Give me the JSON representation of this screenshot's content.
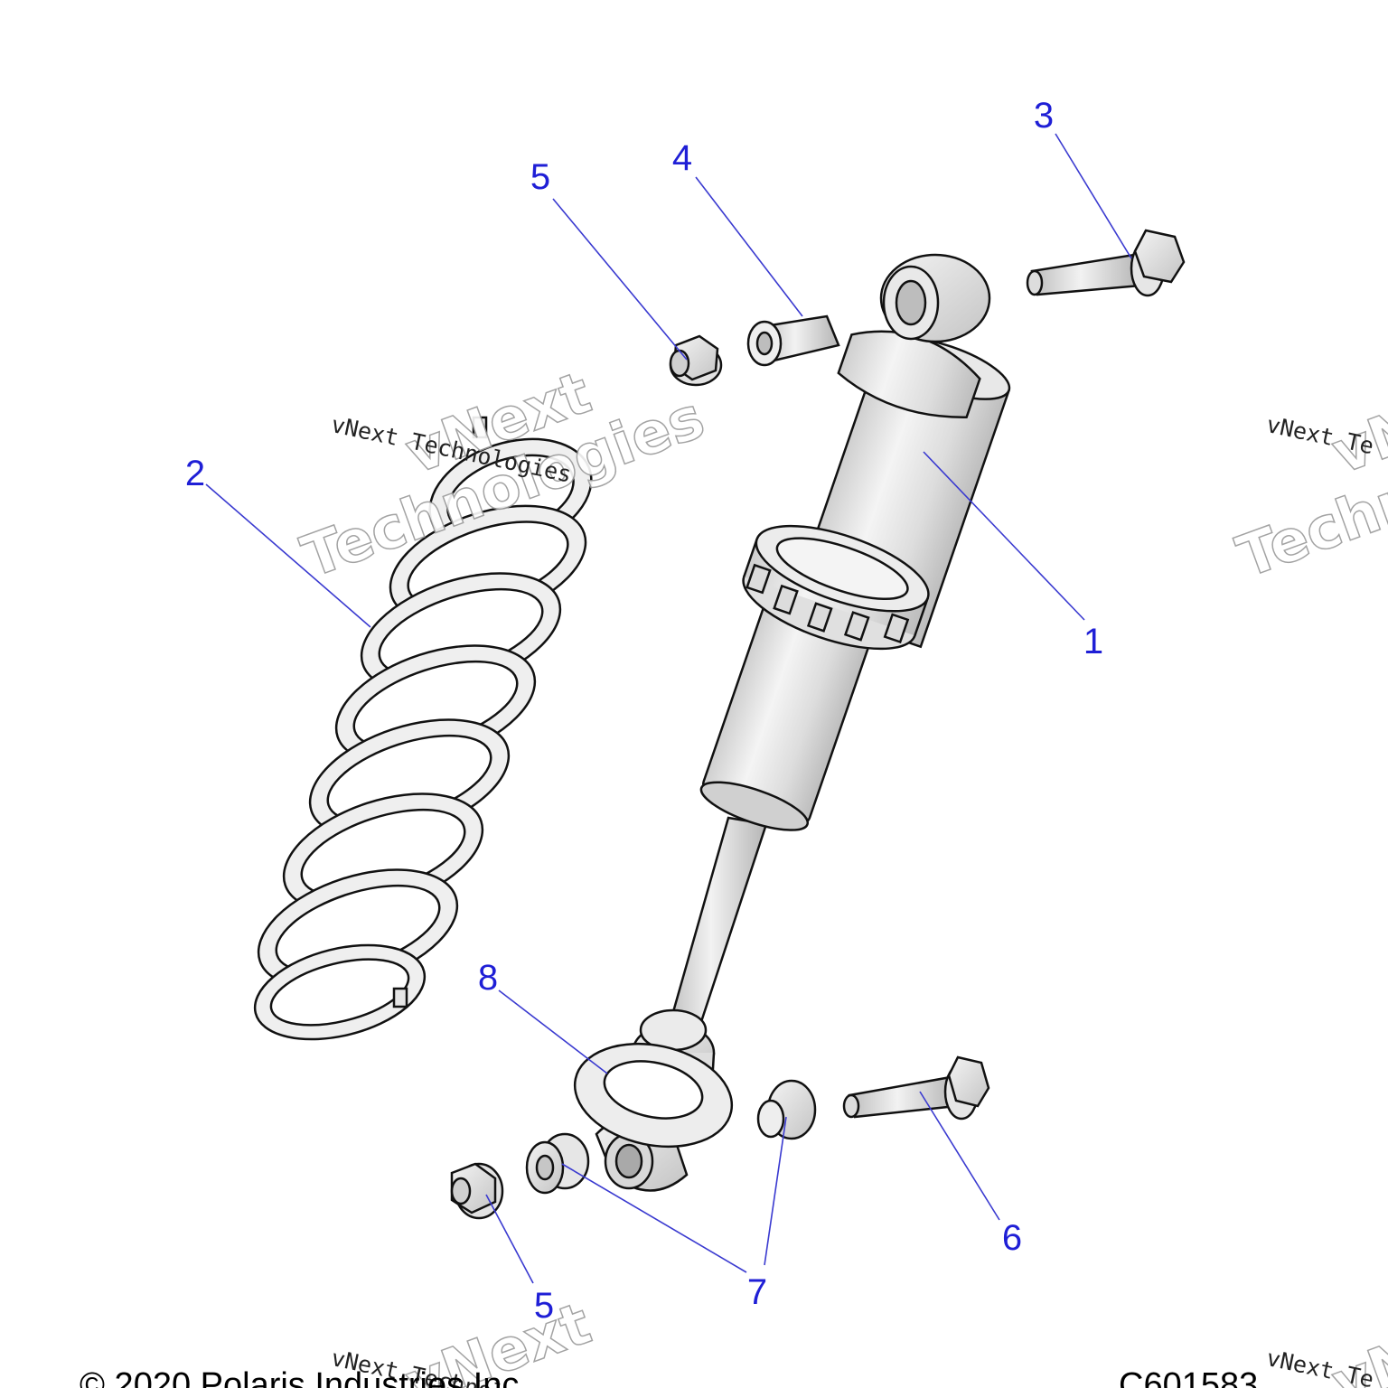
{
  "callouts": [
    {
      "id": "c1",
      "label": "1"
    },
    {
      "id": "c2",
      "label": "2"
    },
    {
      "id": "c3",
      "label": "3"
    },
    {
      "id": "c4",
      "label": "4"
    },
    {
      "id": "c5a",
      "label": "5"
    },
    {
      "id": "c5b",
      "label": "5"
    },
    {
      "id": "c6",
      "label": "6"
    },
    {
      "id": "c7",
      "label": "7"
    },
    {
      "id": "c8",
      "label": "8"
    }
  ],
  "watermark": {
    "small": "vNext Technologies",
    "big_line1": "vNext",
    "big_line2": "Technologies",
    "right_small": "vNext Te",
    "right_big1": "vN",
    "right_big2": "Techno"
  },
  "footer": {
    "copyright": "© 2020 Polaris Industries Inc.",
    "code": "C601583"
  },
  "colors": {
    "callout": "#1f1fd6",
    "leader": "#3a3ad0",
    "outline": "#111111",
    "part_fill": "#e6e6e6",
    "part_shade": "#c9c9c9"
  }
}
